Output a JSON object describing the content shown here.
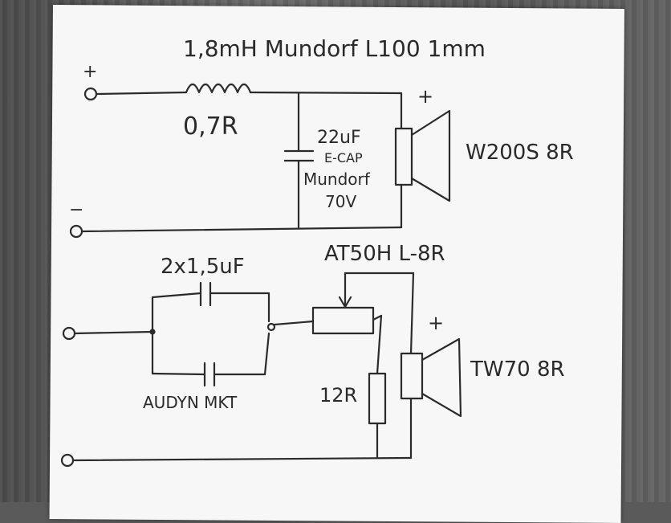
{
  "labels": {
    "inductor_spec": "1,8mH  Mundorf L100  1mm",
    "inductor_resistance": "0,7R",
    "cap_value": "22uF",
    "cap_type": "E-CAP",
    "cap_brand": "Mundorf",
    "cap_voltage": "70V",
    "woofer_polarity": "+",
    "woofer_model": "W200S 8R",
    "input1_plus": "+",
    "input1_minus": "−",
    "hp_caps": "2x1,5uF",
    "cap_make": "AUDYN MKT",
    "attenuator": "AT50H L-8R",
    "resistor": "12R",
    "tweeter_polarity": "+",
    "tweeter_model": "TW70 8R"
  }
}
